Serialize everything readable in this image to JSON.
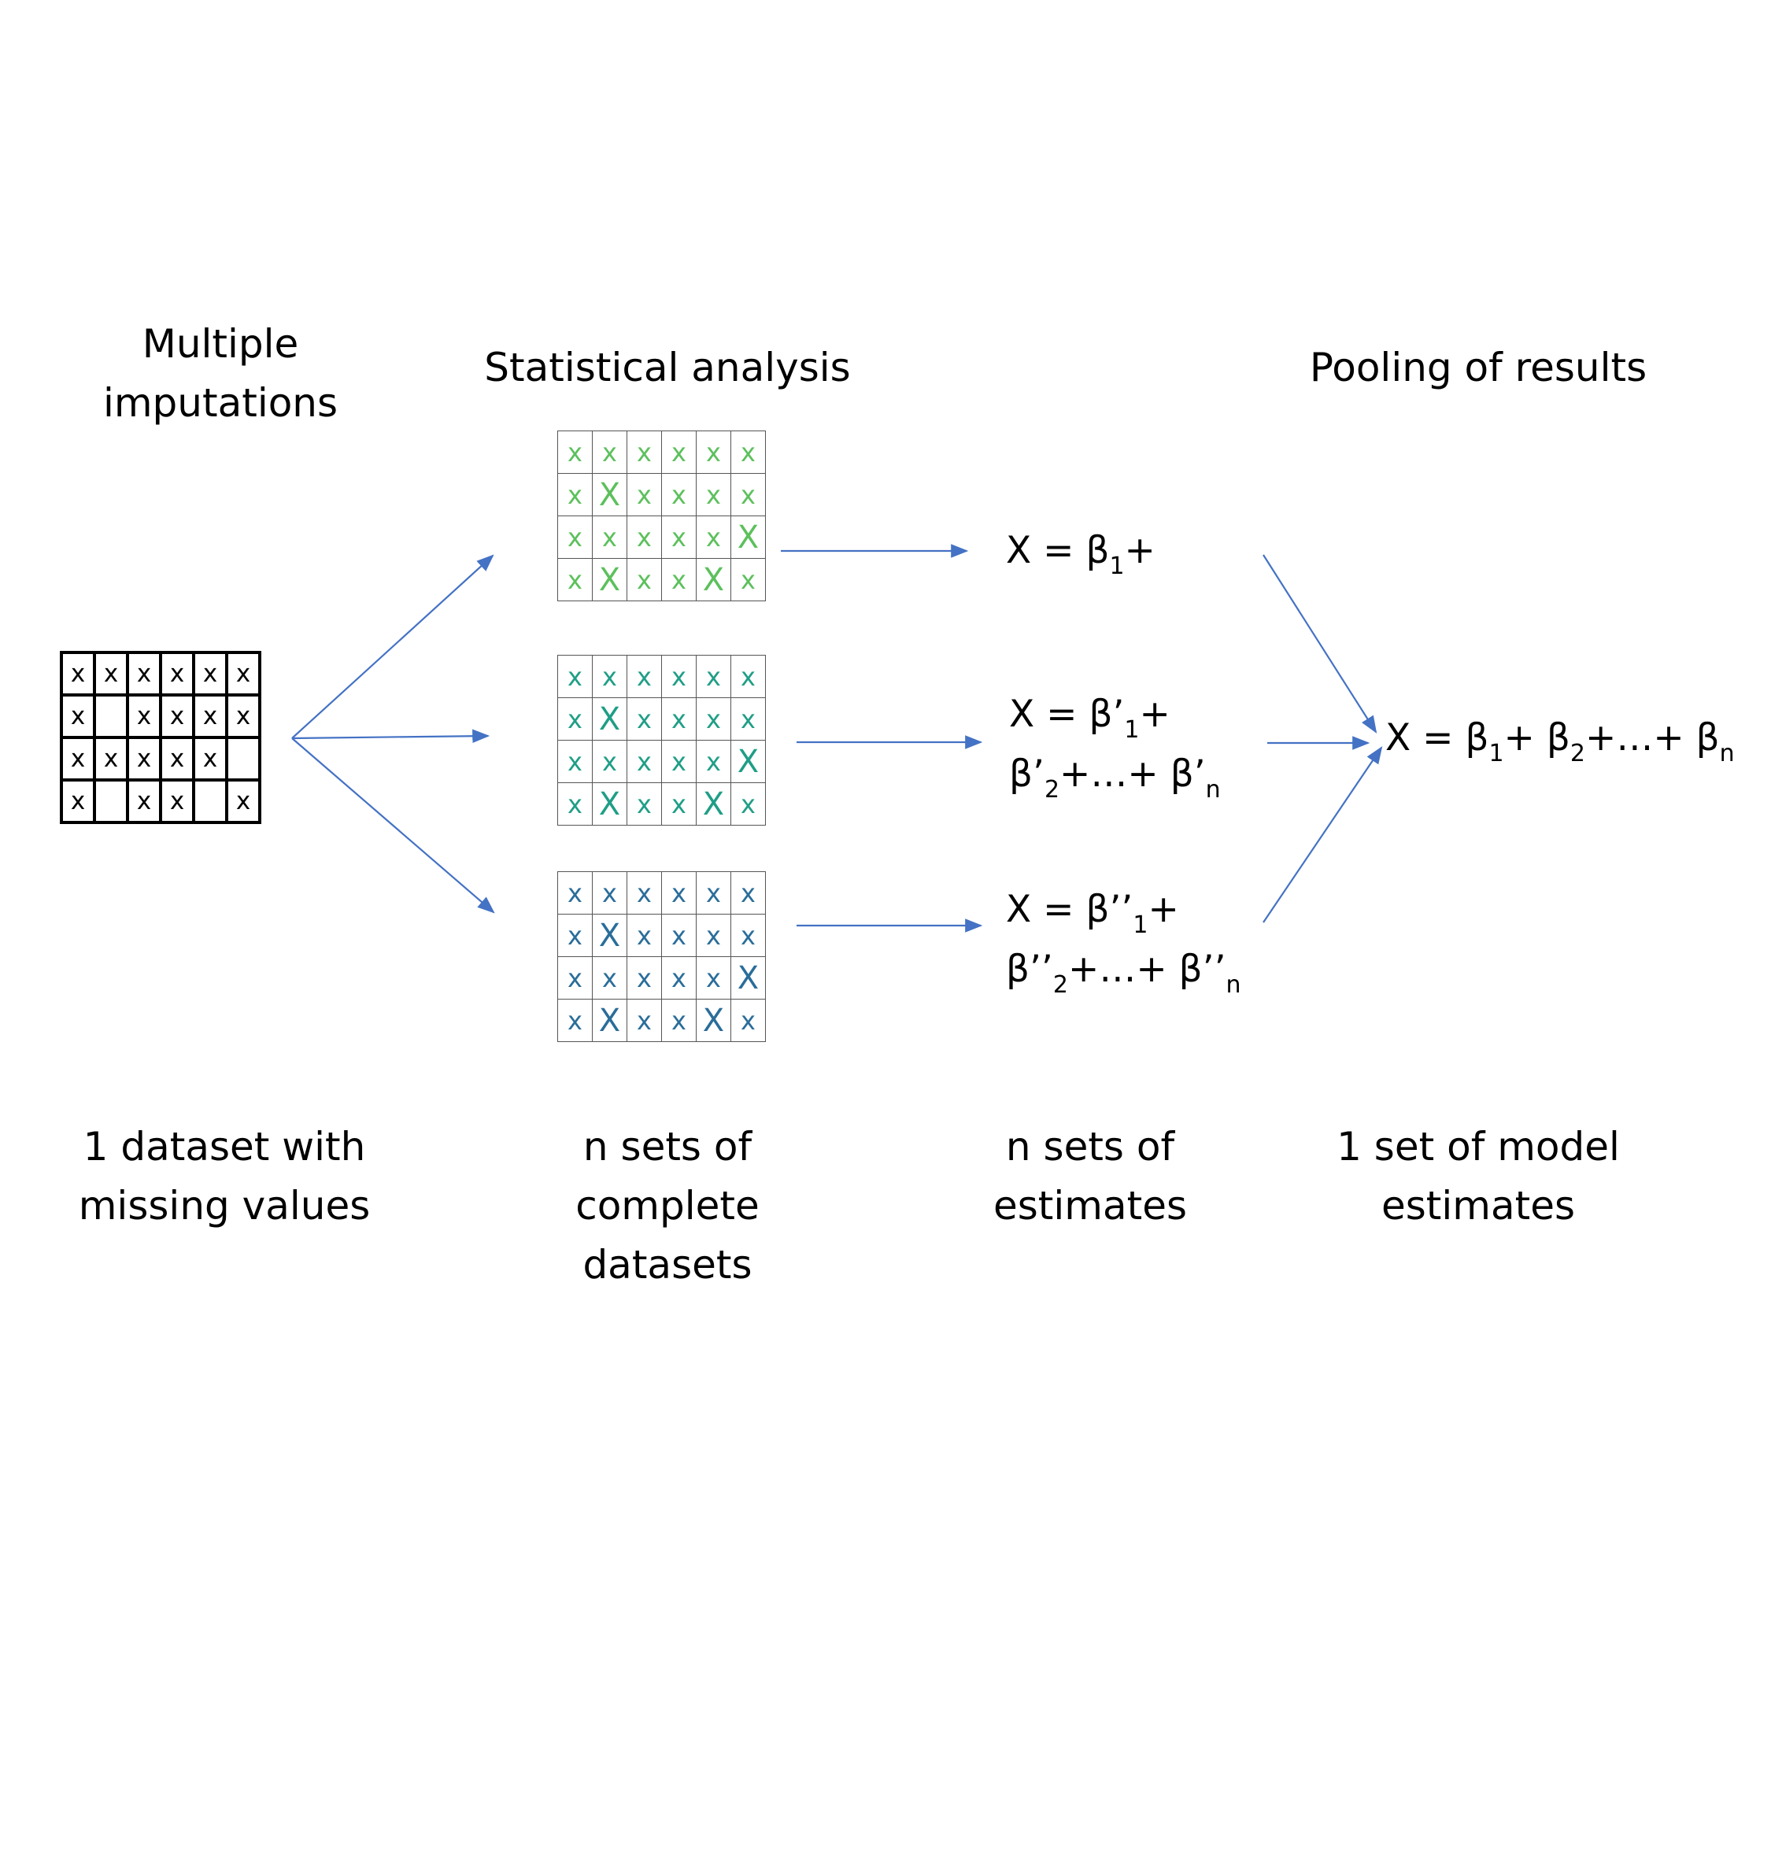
{
  "headers": {
    "imputation": [
      "Multiple",
      "imputations"
    ],
    "analysis": "Statistical analysis",
    "pooling": "Pooling of results"
  },
  "bottom_labels": {
    "input": [
      "1 dataset with",
      "missing values"
    ],
    "complete": [
      "n sets of",
      "complete",
      "datasets"
    ],
    "estimates": [
      "n sets of",
      "estimates"
    ],
    "pooled": [
      "1 set of model",
      "estimates"
    ]
  },
  "grids": {
    "missing": [
      [
        "x",
        "x",
        "x",
        "x",
        "x",
        "x"
      ],
      [
        "x",
        "",
        "x",
        "x",
        "x",
        "x"
      ],
      [
        "x",
        "x",
        "x",
        "x",
        "x",
        ""
      ],
      [
        "x",
        "",
        "x",
        "x",
        "",
        "x"
      ]
    ],
    "imputed": [
      [
        "x",
        "x",
        "x",
        "x",
        "x",
        "x"
      ],
      [
        "x",
        "X",
        "x",
        "x",
        "x",
        "x"
      ],
      [
        "x",
        "x",
        "x",
        "x",
        "x",
        "X"
      ],
      [
        "x",
        "X",
        "x",
        "x",
        "X",
        "x"
      ]
    ]
  },
  "equations": {
    "eq1": {
      "x": "X = β",
      "s1": "1",
      "plus": "+"
    },
    "eq2": {
      "x": "X = β’",
      "s1": "1",
      "plus": "+",
      "b2": "β’",
      "s2": "2",
      "mid": "+…+ β’",
      "sn": "n"
    },
    "eq3": {
      "x": "X = β’’",
      "s1": "1",
      "plus": "+",
      "b2": "β’’",
      "s2": "2",
      "mid": "+…+ β’’",
      "sn": "n"
    },
    "pooled": {
      "x": "X = β",
      "s1": "1",
      "p1": "+ β",
      "s2": "2",
      "p2": "+…+ β",
      "sn": "n"
    }
  },
  "colors": {
    "arrow": "#4472c4",
    "grid1_text": "#5cc05c",
    "grid2_text": "#1f9e86",
    "grid3_text": "#2a6d9a"
  }
}
